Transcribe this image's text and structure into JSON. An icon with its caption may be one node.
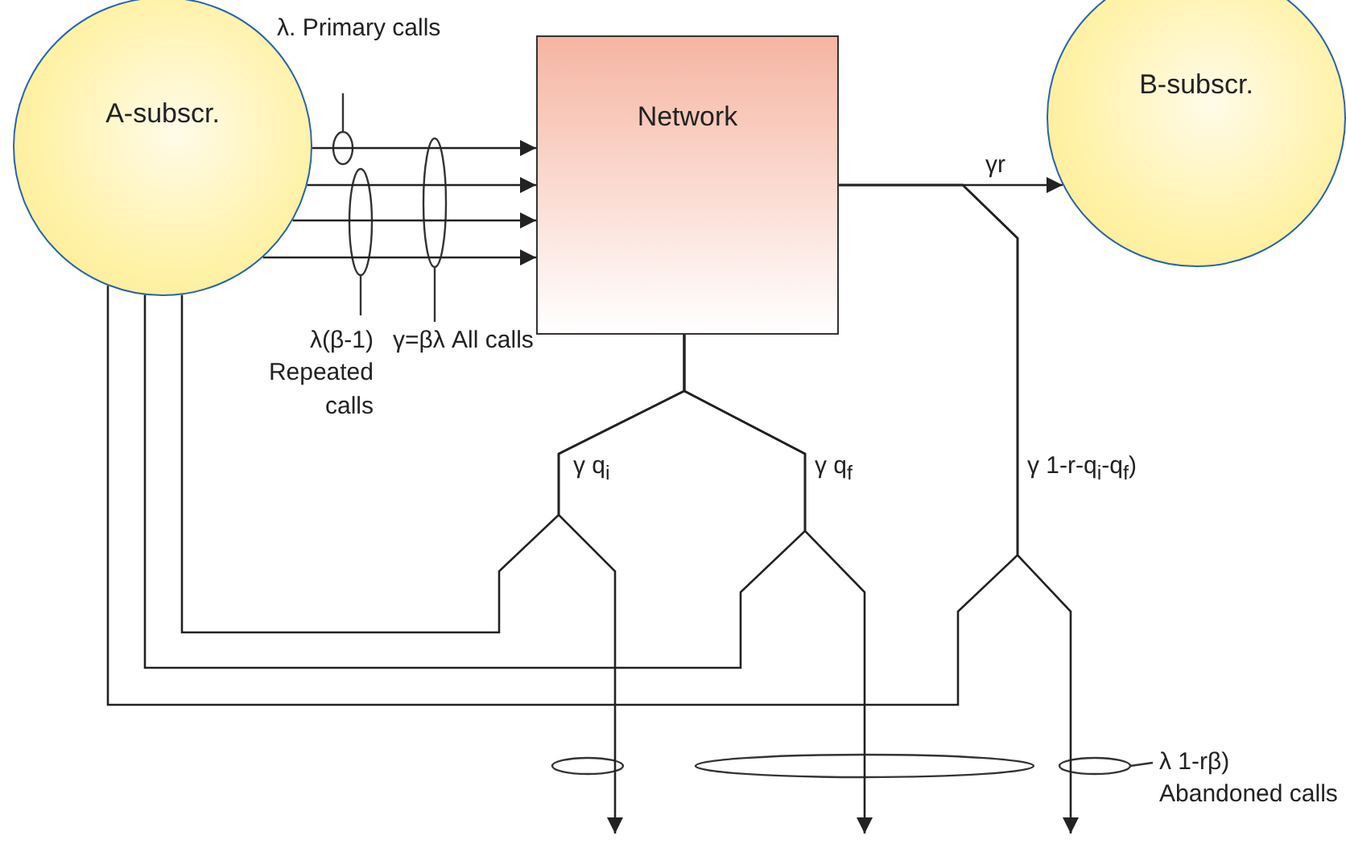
{
  "diagram": {
    "nodes": [
      {
        "text": [
          "A-subscr."
        ]
      },
      {
        "text": [
          "Network"
        ]
      },
      {
        "text": [
          "B-subscr."
        ]
      }
    ],
    "edges": [
      {
        "from": 0,
        "to": 1,
        "arrow": "to"
      },
      {
        "from": 0,
        "to": 1,
        "arrow": "to"
      },
      {
        "from": 0,
        "to": 1,
        "arrow": "to"
      },
      {
        "from": 0,
        "to": 1,
        "arrow": "to"
      },
      {
        "from": 1,
        "to": 2,
        "arrow": "to",
        "label": "γr"
      },
      {
        "from": 1,
        "to": 0,
        "arrow": "none"
      },
      {
        "from": 1,
        "to": 0,
        "arrow": "none"
      },
      {
        "from": 1,
        "to": 0,
        "arrow": "none"
      },
      {
        "from": 1,
        "to": null,
        "arrow": "to"
      },
      {
        "from": 1,
        "to": null,
        "arrow": "to"
      },
      {
        "from": 1,
        "to": null,
        "arrow": "to"
      }
    ],
    "labels": [
      "λ. Primary calls",
      "λ(β-1) Repeated calls",
      "γ=βλ All calls",
      "γ q$_{i}$",
      "γ q$_{f}$",
      "γ  1-r-q$_{i}$-q$_{f}$)",
      "λ  1-rβ) Abandoned calls"
    ]
  }
}
